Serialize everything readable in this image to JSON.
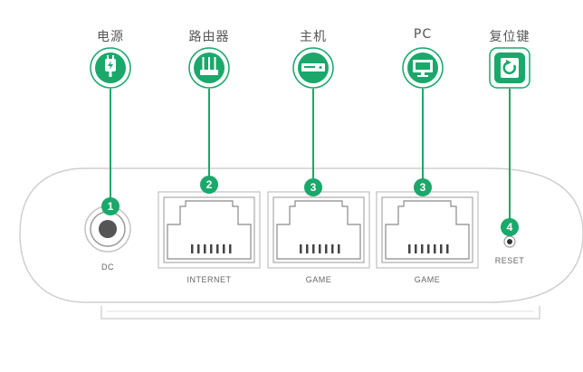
{
  "labels": {
    "power": "电源",
    "router": "路由器",
    "console": "主机",
    "pc": "PC",
    "reset": "复位键"
  },
  "ports": {
    "dc": "DC",
    "internet": "INTERNET",
    "game1": "GAME",
    "game2": "GAME",
    "reset": "RESET"
  },
  "badges": {
    "dc": "1",
    "internet": "2",
    "game1": "3",
    "game2": "3",
    "reset": "4"
  },
  "icons": {
    "power": "power-plug-icon",
    "router": "router-icon",
    "console": "game-console-icon",
    "pc": "monitor-icon",
    "reset": "reset-icon"
  },
  "colors": {
    "accent": "#1aa86b",
    "outline": "#c8c8c8",
    "port_outline": "#9a9a9a"
  }
}
